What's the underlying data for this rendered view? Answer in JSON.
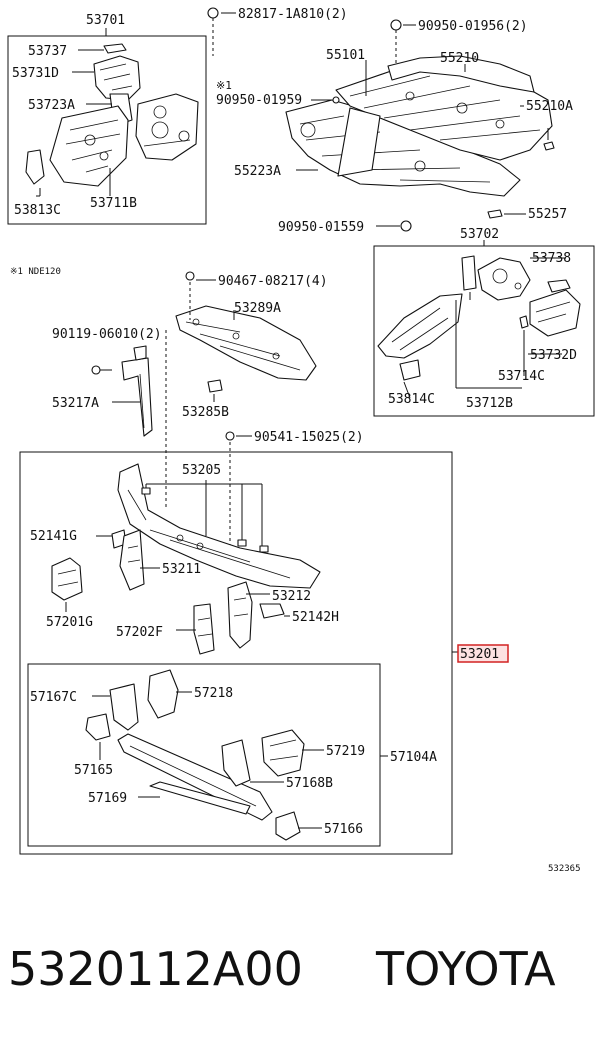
{
  "diagram": {
    "footnote": "※1 NDE120",
    "note_mark": "※1",
    "code": "532365",
    "highlight_part": "53201",
    "highlight_color": "#d22222",
    "labels": {
      "p53701": "53701",
      "p53737": "53737",
      "p53731D": "53731D",
      "p53723A": "53723A",
      "p53813C": "53813C",
      "p53711B": "53711B",
      "p82817": "82817-1A810(2)",
      "p90950_01956": "90950-01956(2)",
      "p55101": "55101",
      "p55210": "55210",
      "p90950_01959": "90950-01959",
      "p55210A": "55210A",
      "p55223A": "55223A",
      "p55257": "55257",
      "p90950_01559": "90950-01559",
      "p53702": "53702",
      "p53738": "53738",
      "p53732D": "53732D",
      "p53714C": "53714C",
      "p53814C": "53814C",
      "p53712B": "53712B",
      "p90467": "90467-08217(4)",
      "p53289A": "53289A",
      "p90119": "90119-06010(2)",
      "p53217A": "53217A",
      "p53285B": "53285B",
      "p90541": "90541-15025(2)",
      "p53205": "53205",
      "p52141G": "52141G",
      "p53211": "53211",
      "p57201G": "57201G",
      "p57202F": "57202F",
      "p53212": "53212",
      "p52142H": "52142H",
      "p53201": "53201",
      "p57167C": "57167C",
      "p57218": "57218",
      "p57165": "57165",
      "p57219": "57219",
      "p57104A": "57104A",
      "p57168B": "57168B",
      "p57169": "57169",
      "p57166": "57166"
    }
  },
  "caption": {
    "part_number": "5320112A00",
    "brand": "TOYOTA"
  }
}
